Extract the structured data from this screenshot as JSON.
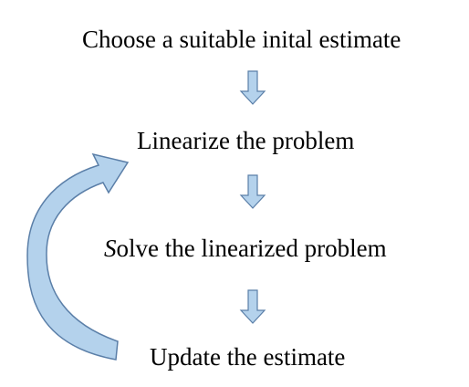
{
  "steps": [
    {
      "label": "Choose a suitable inital estimate"
    },
    {
      "label_first": "L",
      "label_rest": "inearize the problem"
    },
    {
      "label_first": "S",
      "label_rest": "olve the linearized problem"
    },
    {
      "label": "Update the estimate"
    }
  ],
  "colors": {
    "arrow_fill": "#b4d2ec",
    "arrow_stroke": "#5b7fa8",
    "text": "#000000"
  }
}
